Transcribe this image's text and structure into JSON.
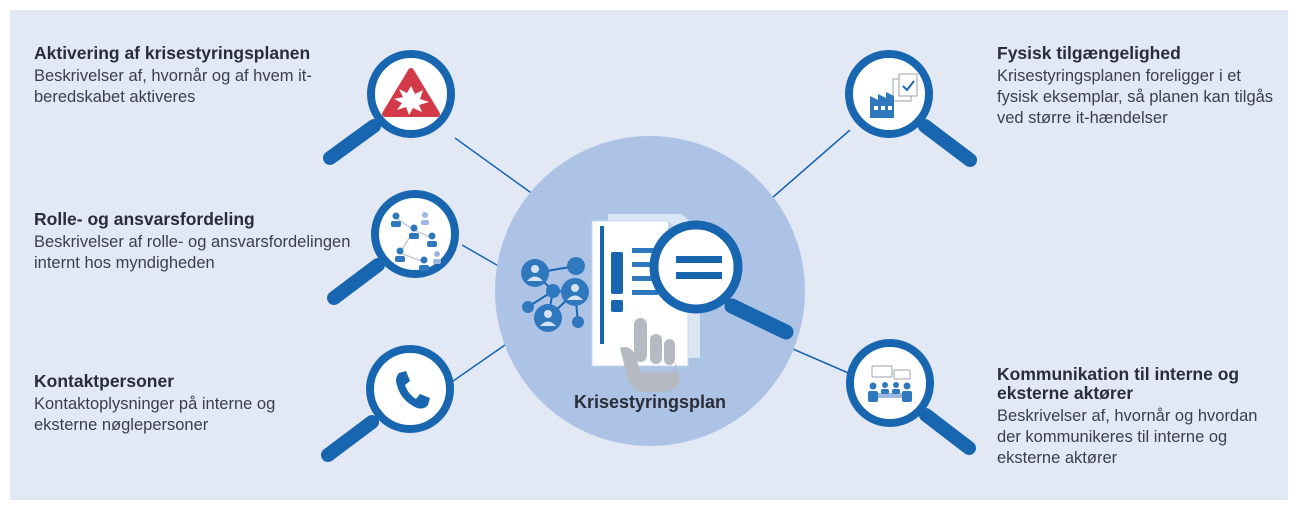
{
  "center": {
    "label": "Krisestyringsplan"
  },
  "items": [
    {
      "key": "activation",
      "title": "Aktivering af krisestyringsplanen",
      "description": "Beskrivelser af, hvornår og af hvem it-beredskabet aktiveres",
      "icon": "warning-explosion-icon"
    },
    {
      "key": "roles",
      "title": "Rolle- og ansvarsfordeling",
      "description": "Beskrivelser af rolle- og ansvarsfordelingen internt hos myndigheden",
      "icon": "people-network-icon"
    },
    {
      "key": "contacts",
      "title": "Kontaktpersoner",
      "description": "Kontaktoplysninger på interne og eksterne nøglepersoner",
      "icon": "phone-icon"
    },
    {
      "key": "physical",
      "title": "Fysisk tilgængelighed",
      "description": "Krisestyringsplanen foreligger i et fysisk eksemplar, så planen kan tilgås ved større it-hændelser",
      "icon": "building-document-icon"
    },
    {
      "key": "communication",
      "title": "Kommunikation til interne og eksterne aktører",
      "description": "Beskrivelser af, hvornår og hvordan der kommunikeres til interne og eksterne aktører",
      "icon": "meeting-icon"
    }
  ],
  "colors": {
    "background": "#e3e8f5",
    "circle": "#adc3e6",
    "ring": "#1866b0",
    "lens_fill": "#ffffff",
    "alert_red": "#d23a48",
    "icon_blue": "#2f78bd",
    "text": "#2a2d38"
  }
}
